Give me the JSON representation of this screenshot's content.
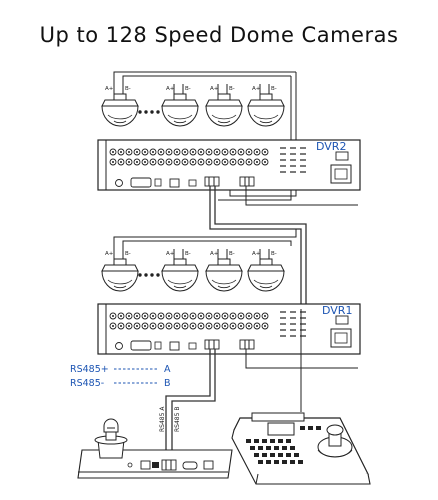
{
  "title": "Up to 128 Speed Dome Cameras",
  "dvr_top_label": "DVR2",
  "dvr_bottom_label": "DVR1",
  "pin_a": "A+",
  "pin_b": "B-",
  "rs485_plus": "RS485+",
  "rs485_minus": "RS485-",
  "mapping_a": "A",
  "mapping_b": "B",
  "rs485_a_label": "RS485 A",
  "rs485_b_label": "RS485 B",
  "colors": {
    "text": "#111111",
    "accent": "#1d55b3"
  },
  "icons": [
    "speed-dome-camera-icon",
    "dvr-recorder-icon",
    "ptz-keyboard-controller-icon",
    "joystick-icon"
  ]
}
